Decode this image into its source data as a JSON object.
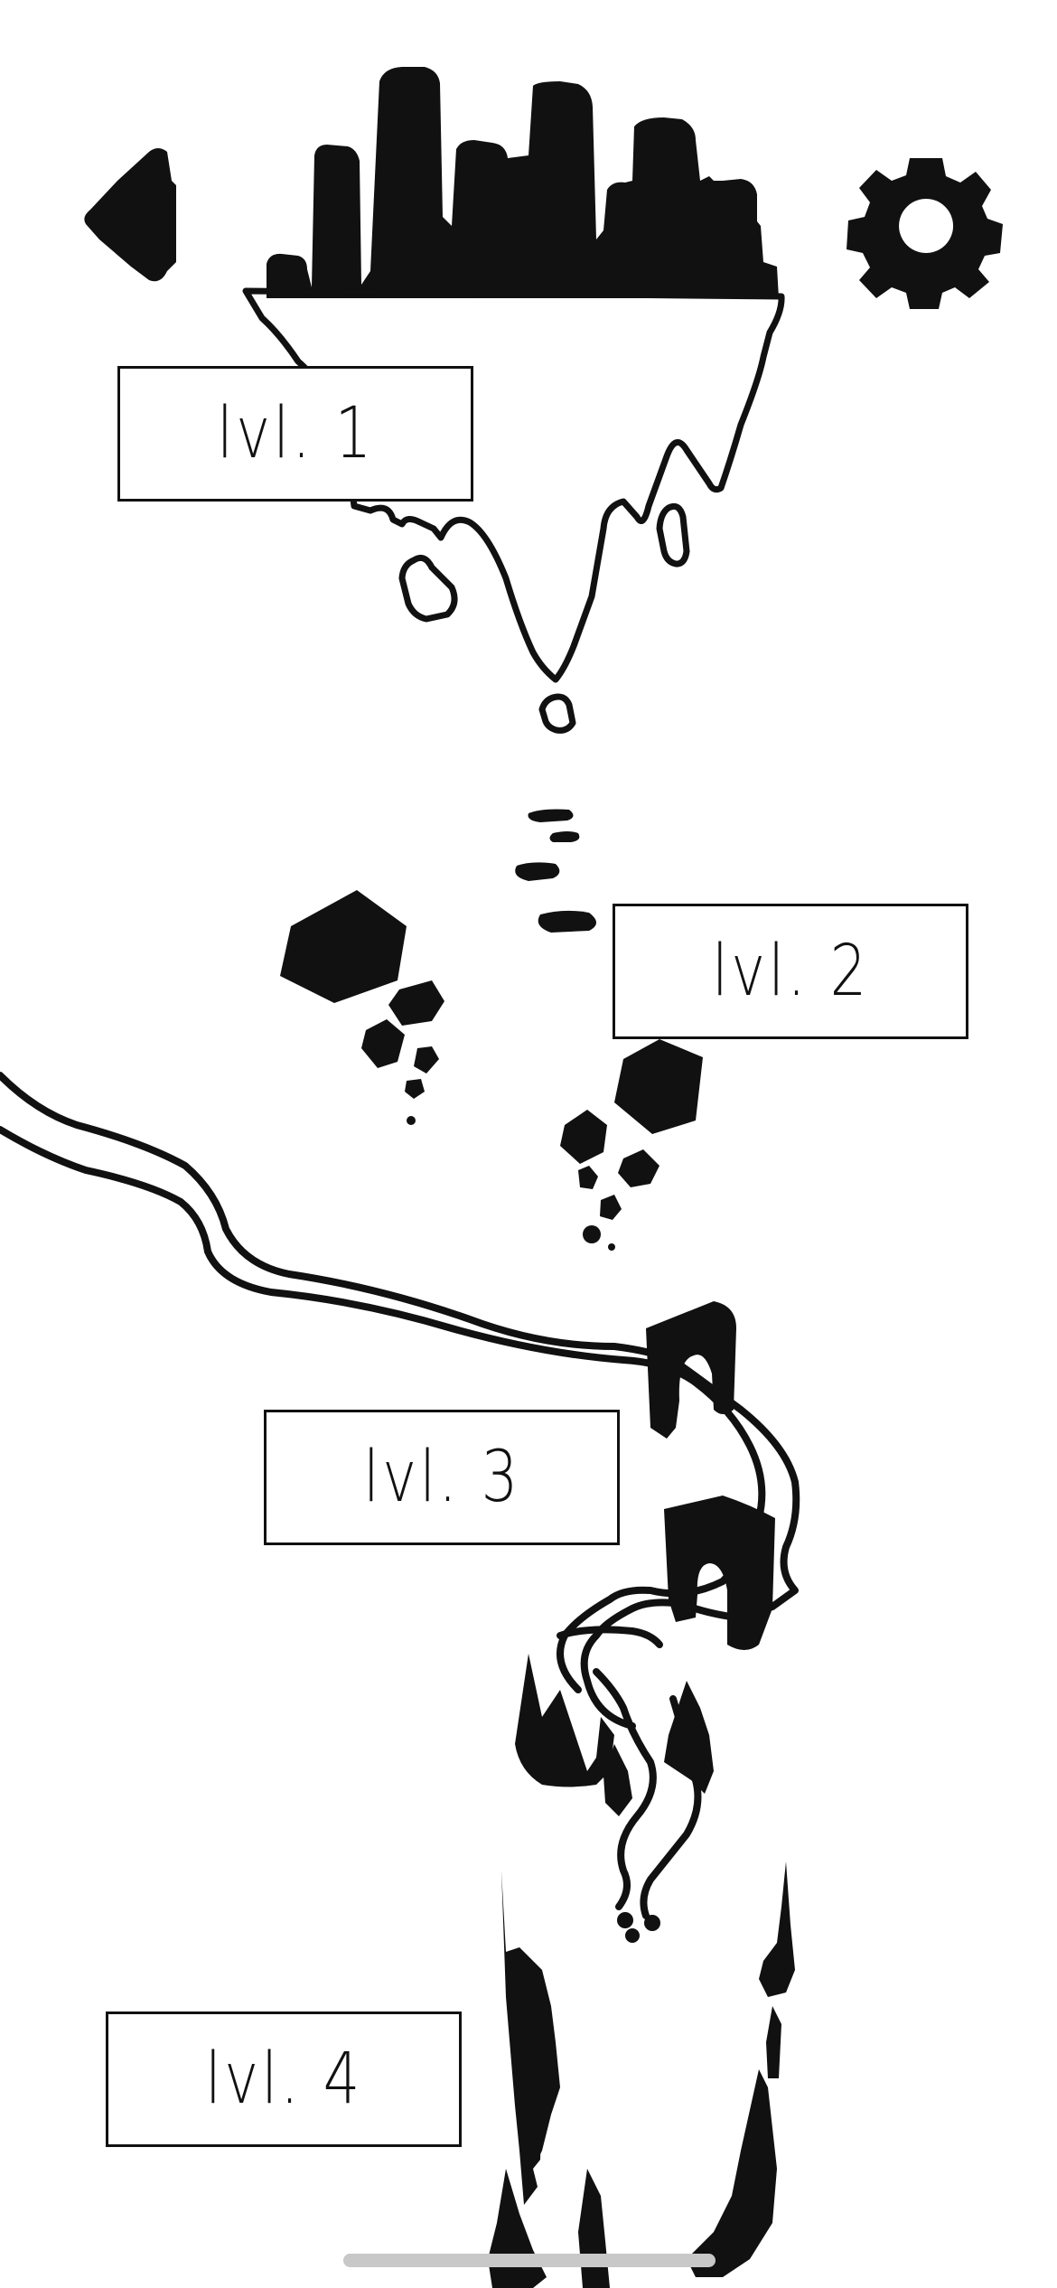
{
  "levels": [
    {
      "label": "lvl. 1"
    },
    {
      "label": "lvl. 2"
    },
    {
      "label": "lvl. 3"
    },
    {
      "label": "lvl. 4"
    }
  ],
  "nav": {
    "back_icon": "back-arrow-icon",
    "settings_icon": "gear-icon"
  },
  "colors": {
    "ink": "#111111",
    "background": "#ffffff"
  }
}
